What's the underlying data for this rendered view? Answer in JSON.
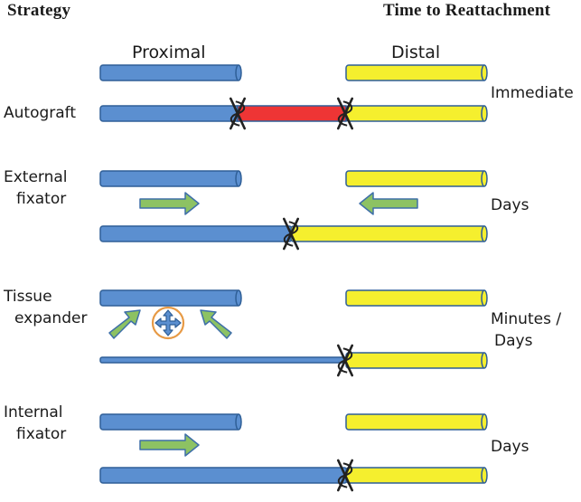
{
  "header": {
    "left": "Strategy",
    "right": "Time to Reattachment"
  },
  "columns": {
    "proximal": "Proximal",
    "distal": "Distal"
  },
  "rows": [
    {
      "strategy_lines": [
        "Autograft"
      ],
      "time_lines": [
        "Immediate"
      ]
    },
    {
      "strategy_lines": [
        "External",
        "fixator"
      ],
      "time_lines": [
        "Days"
      ]
    },
    {
      "strategy_lines": [
        "Tissue",
        "expander"
      ],
      "time_lines": [
        "Minutes /",
        "Days"
      ]
    },
    {
      "strategy_lines": [
        "Internal",
        "fixator"
      ],
      "time_lines": [
        "Days"
      ]
    }
  ],
  "colors": {
    "proximal_bar": "#5b8fd0",
    "proximal_stroke": "#2f5f97",
    "distal_bar": "#f5ef2e",
    "distal_stroke": "#2f5f97",
    "graft_bar": "#ee3535",
    "arrow_fill": "#8dc263",
    "arrow_stroke": "#3e6fa8",
    "expander_ring": "#e79a45",
    "suture": "#222222"
  }
}
